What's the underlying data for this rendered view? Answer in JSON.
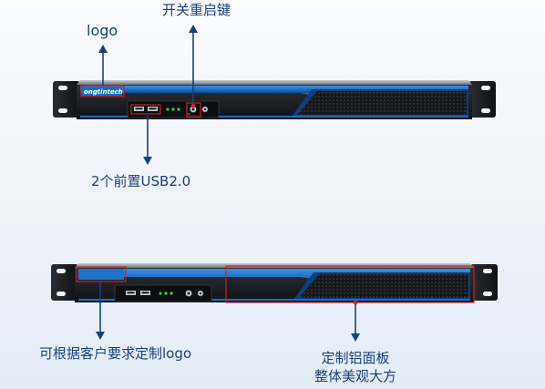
{
  "annotations": {
    "power_button": "开关重启键",
    "logo": "logo",
    "front_usb": "2个前置USB2.0",
    "custom_logo": "可根据客户要求定制logo",
    "panel_line1": "定制铝面板",
    "panel_line2": "整体美观大方"
  },
  "brand": {
    "logo_text": "ongtintech"
  },
  "colors": {
    "accent_blue": "#1a6fc4",
    "callout_red": "#cc2222",
    "label_blue": "#1b3f7a",
    "chassis_dark": "#1a1d22"
  }
}
